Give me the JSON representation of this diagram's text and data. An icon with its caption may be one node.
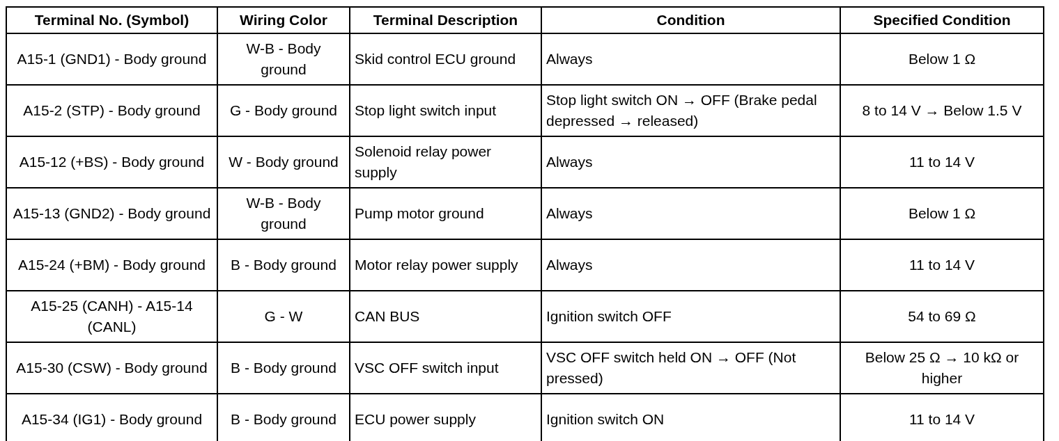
{
  "diagram": {
    "labels": [
      "Terminal No. (Symbol)",
      "Wiring Color",
      "Terminal Description",
      "Condition",
      "Specified Condition",
      "A15-1 (GND1) - Body ground",
      "W-B - Body ground",
      "Skid control ECU ground",
      "Always",
      "Below 1 Ω",
      "A15-2 (STP) - Body ground",
      "G - Body ground",
      "Stop light switch input",
      "Stop light switch ON → OFF (Brake pedal depressed → released)",
      "8 to 14 V → Below 1.5 V",
      "A15-12 (+BS) - Body ground",
      "W - Body ground",
      "Solenoid relay power supply",
      "Always",
      "11 to 14 V",
      "A15-13 (GND2) - Body ground",
      "W-B - Body ground",
      "Pump motor ground",
      "Always",
      "Below 1 Ω",
      "A15-24 (+BM) - Body ground",
      "B - Body ground",
      "Motor relay power supply",
      "Always",
      "11 to 14 V",
      "A15-25 (CANH) - A15-14 (CANL)",
      "G - W",
      "CAN BUS",
      "Ignition switch OFF",
      "54 to 69 Ω",
      "A15-30 (CSW) - Body ground",
      "B - Body ground",
      "VSC OFF switch input",
      "VSC OFF switch held ON → OFF (Not pressed)",
      "Below 25 Ω → 10 kΩ or higher",
      "A15-34 (IG1) - Body ground",
      "B - Body ground",
      "ECU power supply",
      "Ignition switch ON",
      "11 to 14 V"
    ]
  }
}
